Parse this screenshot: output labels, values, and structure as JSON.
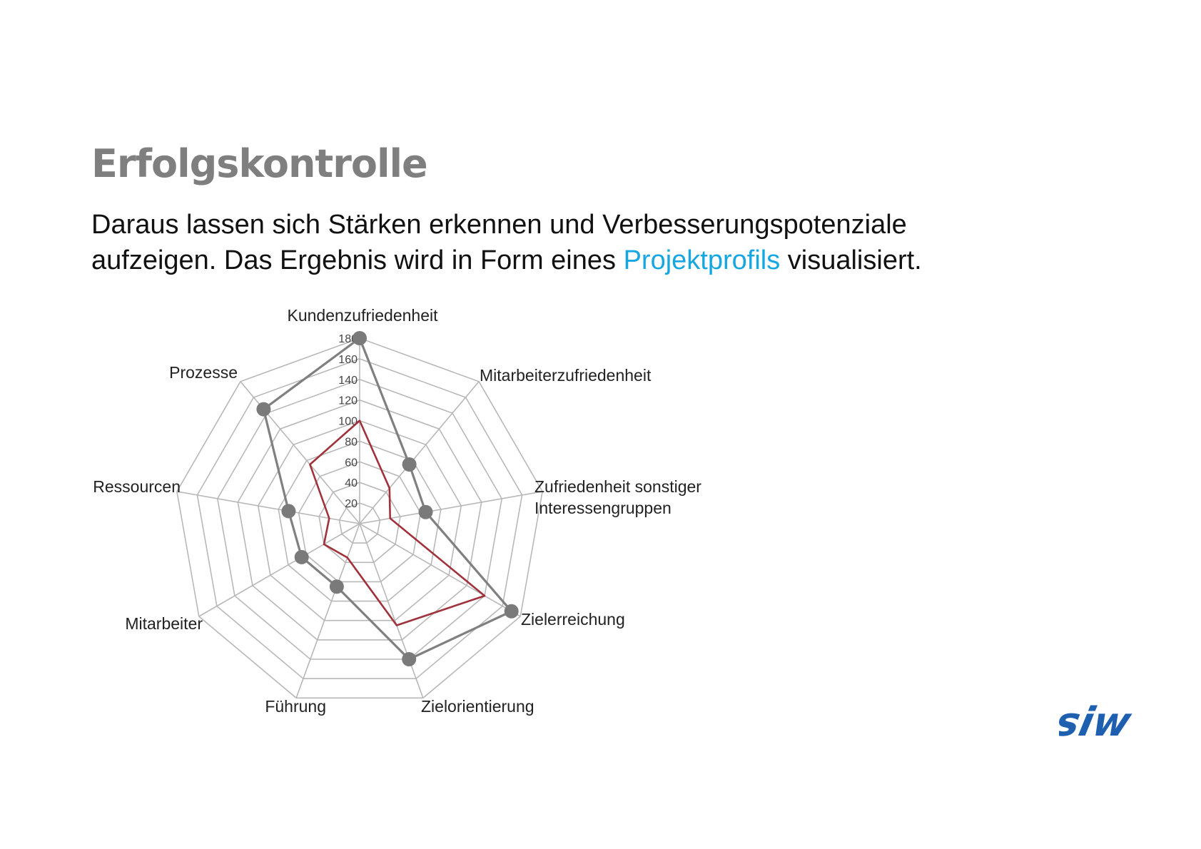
{
  "slide": {
    "title": "Erfolgskontrolle",
    "text_line1": "Daraus lassen sich Stärken erkennen und Verbesserungspotenziale",
    "text_line2_pre": "aufzeigen. Das Ergebnis wird in Form eines ",
    "text_line2_highlight": "Projektprofils",
    "text_line2_post": " visualisiert.",
    "highlight_color": "#17a7e0",
    "logo_text": "siw",
    "logo_color": "#1f5fb0"
  },
  "chart_data": {
    "type": "radar",
    "axes": [
      [
        "Kundenzufriedenheit"
      ],
      [
        "Mitarbeiterzufriedenheit"
      ],
      [
        "Zufriedenheit sonstiger",
        "Interessengruppen"
      ],
      [
        "Zielerreichung"
      ],
      [
        "Zielorientierung"
      ],
      [
        "Führung"
      ],
      [
        "Mitarbeiter"
      ],
      [
        "Ressourcen"
      ],
      [
        "Prozesse"
      ]
    ],
    "ticks": [
      20,
      40,
      60,
      80,
      100,
      120,
      140,
      160,
      180
    ],
    "range": [
      0,
      180
    ],
    "series": [
      {
        "values": [
          180,
          75,
          65,
          170,
          140,
          65,
          65,
          70,
          145
        ],
        "color": "#808080",
        "markers": true
      },
      {
        "values": [
          100,
          45,
          30,
          140,
          105,
          35,
          40,
          30,
          75
        ],
        "color": "#a0323c",
        "markers": false
      }
    ]
  }
}
